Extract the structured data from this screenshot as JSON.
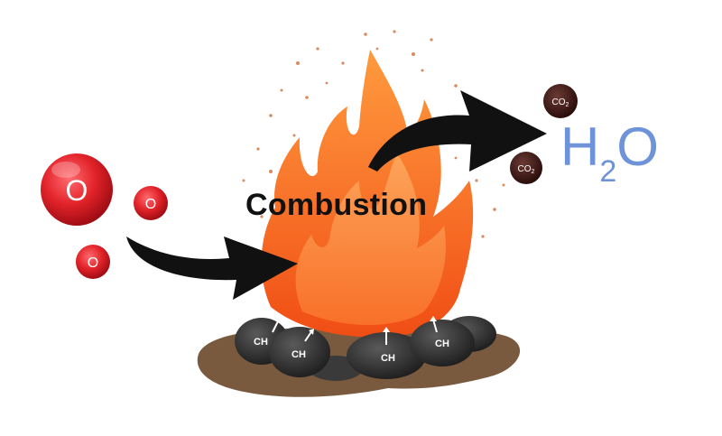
{
  "diagram": {
    "title": "Combustion",
    "product_water": {
      "main": "H",
      "sub": "2",
      "tail": "O"
    },
    "oxygen_molecules": [
      {
        "label": "O"
      },
      {
        "label": "O"
      },
      {
        "label": "O"
      }
    ],
    "carbon_dioxide": [
      {
        "label": "CO",
        "sub": "2"
      },
      {
        "label": "CO",
        "sub": "2"
      }
    ],
    "fuel_lumps": [
      {
        "label": "CH"
      },
      {
        "label": "CH"
      },
      {
        "label": "CH"
      },
      {
        "label": "CH"
      }
    ]
  },
  "colors": {
    "oxygen": "#e2232a",
    "co2": "#3a1714",
    "water_text": "#6f93d8",
    "flame_outer": "#ee5a1c",
    "flame_inner": "#ffb35e",
    "coal": "#2c2c2c",
    "ground": "#7a5a3e",
    "arrow": "#111111"
  }
}
